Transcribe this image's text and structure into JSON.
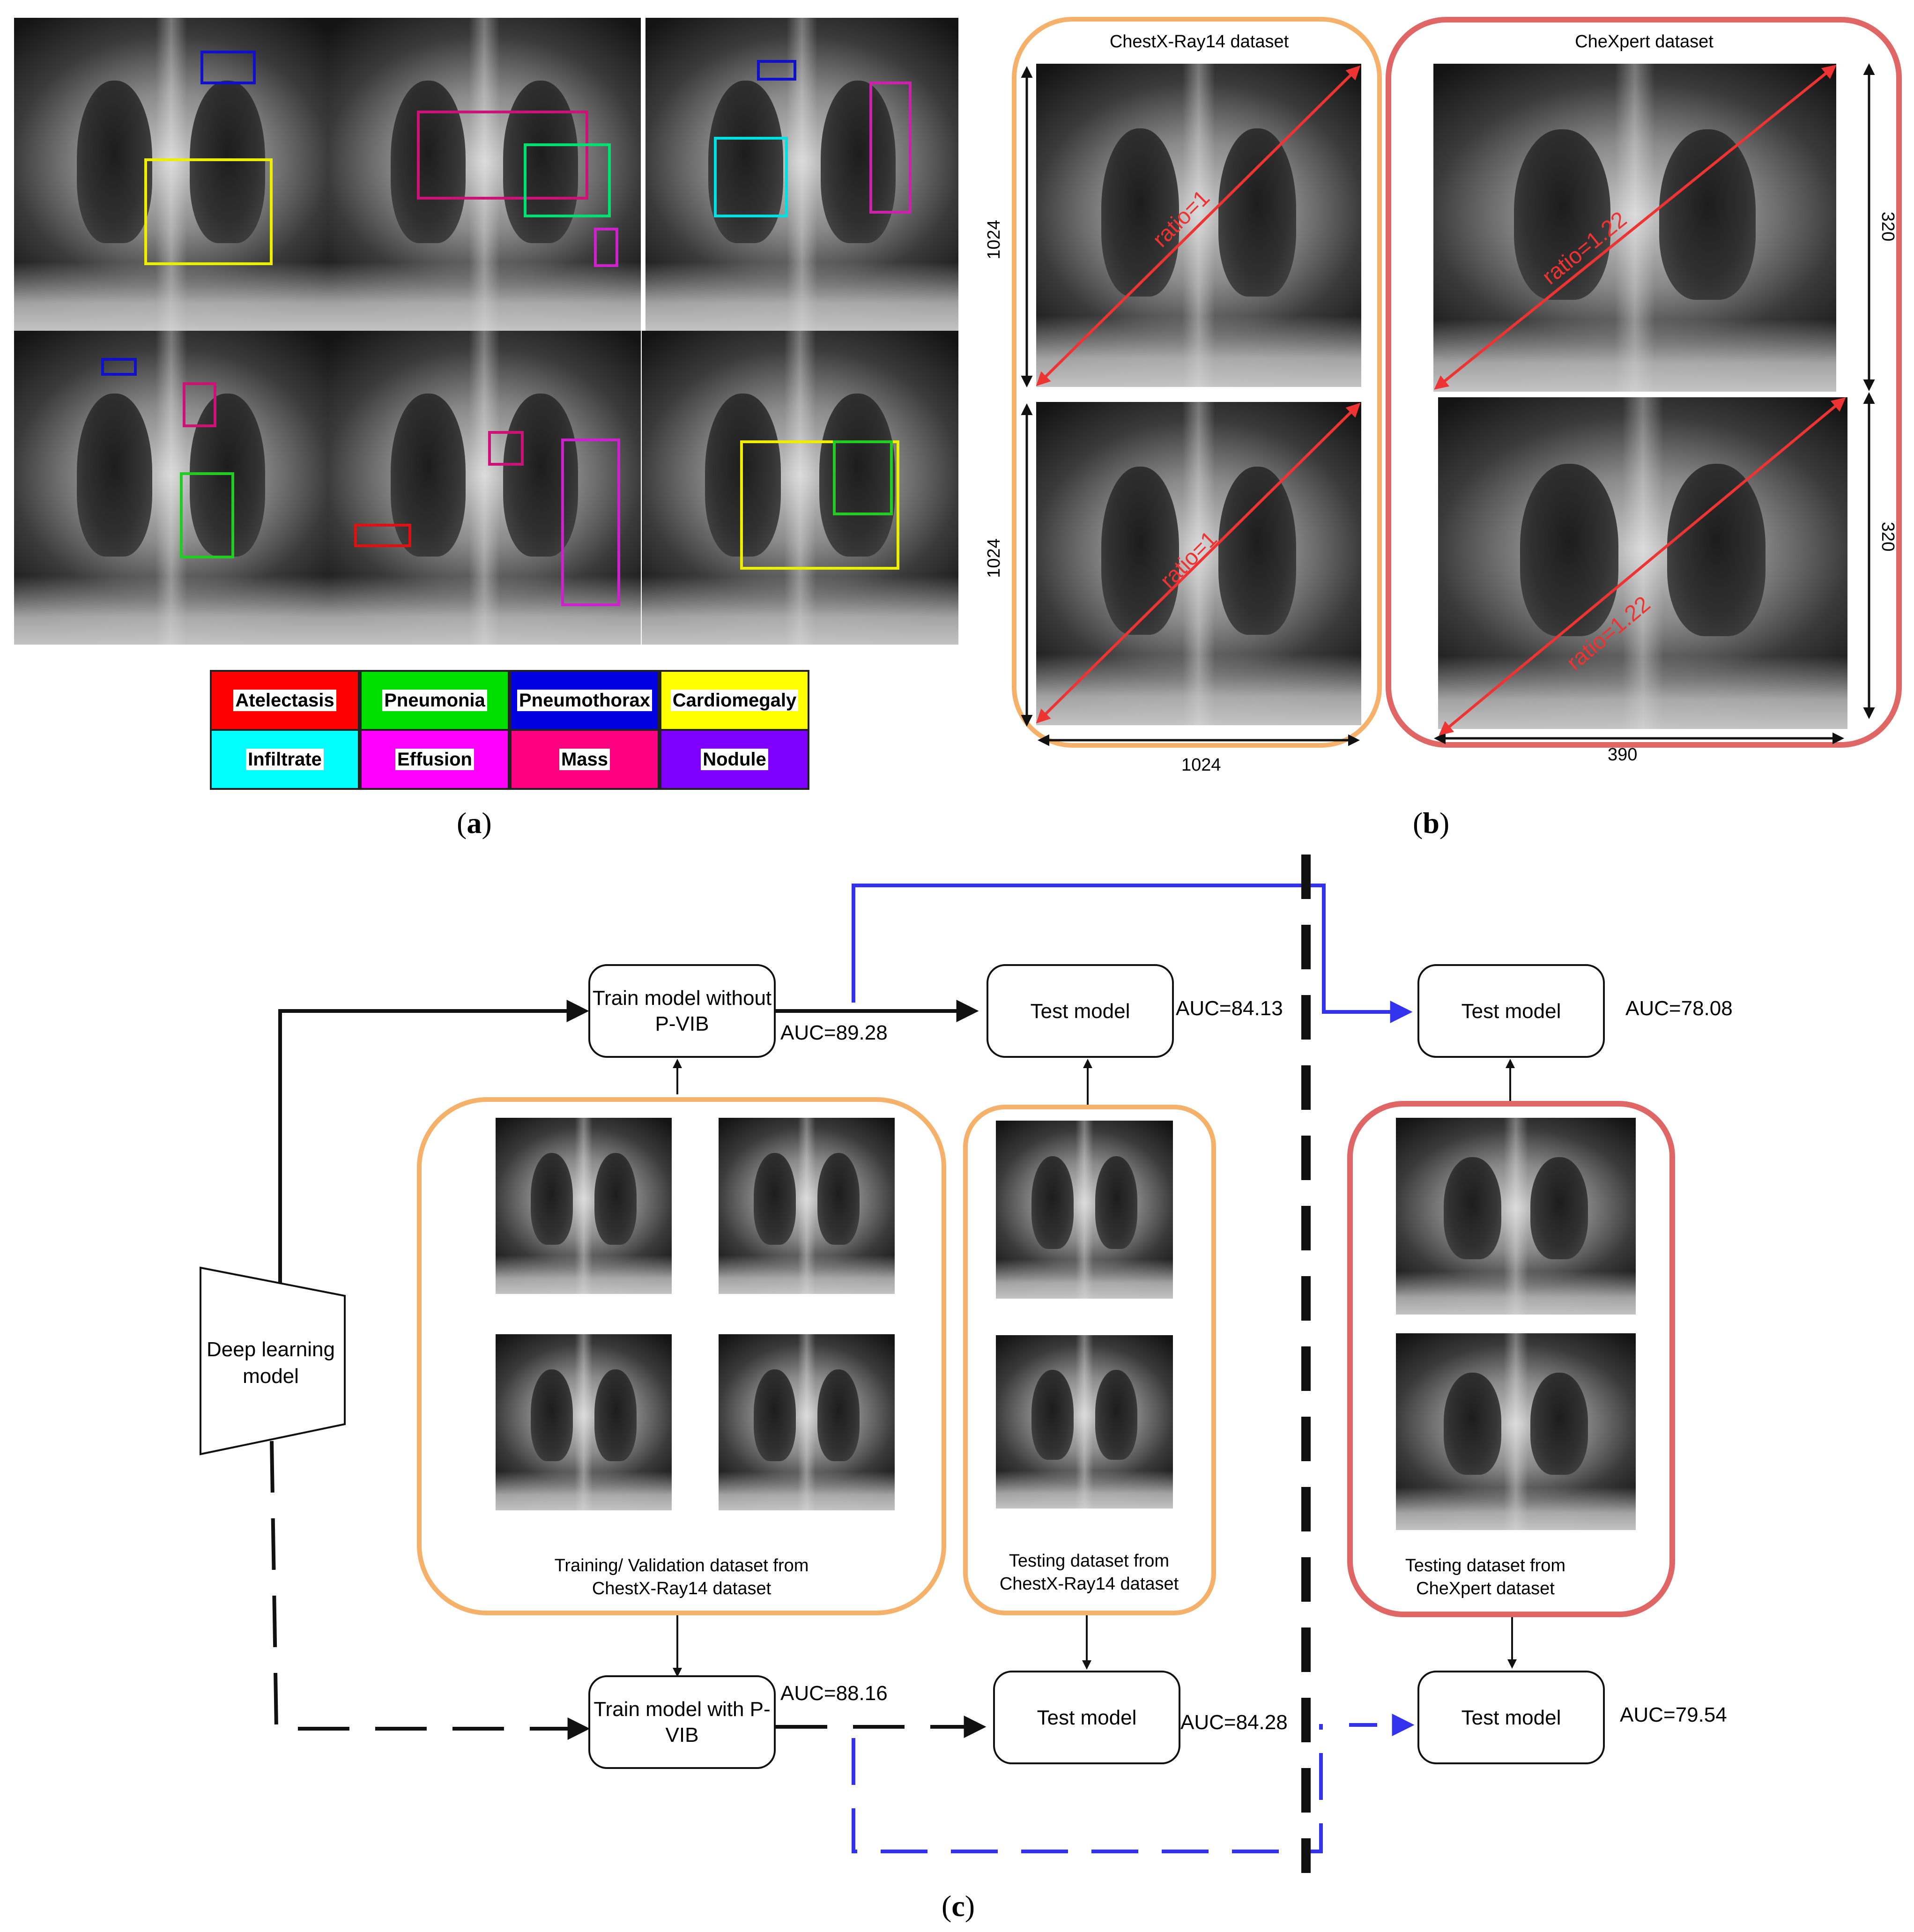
{
  "panel_a": {
    "label": "a",
    "legend": [
      {
        "name": "Atelectasis",
        "color": "#ff0000"
      },
      {
        "name": "Pneumonia",
        "color": "#00e000"
      },
      {
        "name": "Pneumothorax",
        "color": "#0000e0"
      },
      {
        "name": "Cardiomegaly",
        "color": "#ffff00"
      },
      {
        "name": "Infiltrate",
        "color": "#00ffff"
      },
      {
        "name": "Effusion",
        "color": "#ff00ff"
      },
      {
        "name": "Mass",
        "color": "#ff0080"
      },
      {
        "name": "Nodule",
        "color": "#8000ff"
      }
    ]
  },
  "panel_b": {
    "label": "b",
    "chestxray": {
      "title": "ChestX-Ray14 dataset",
      "height_top": "1024",
      "height_bottom": "1024",
      "width": "1024",
      "ratio_top": "ratio=1",
      "ratio_bottom": "ratio=1",
      "frame_color": "#f5b06a"
    },
    "chexpert": {
      "title": "CheXpert dataset",
      "height_top": "320",
      "height_bottom": "320",
      "width": "390",
      "ratio_top": "ratio=1.22",
      "ratio_bottom": "ratio=1.22",
      "frame_color": "#e06666"
    }
  },
  "panel_c": {
    "label": "c",
    "model": "Deep learning model",
    "train_without": "Train model without P-VIB",
    "train_with": "Train model with P-VIB",
    "test_model": "Test model",
    "auc_train_without": "AUC=89.28",
    "auc_test_without": "AUC=84.13",
    "auc_chexpert_without": "AUC=78.08",
    "auc_train_with": "AUC=88.16",
    "auc_test_with": "AUC=84.28",
    "auc_chexpert_with": "AUC=79.54",
    "caption_train": "Training/ Validation dataset from ChestX-Ray14 dataset",
    "caption_test": "Testing dataset from ChestX-Ray14 dataset",
    "caption_chexpert": "Testing dataset from CheXpert dataset",
    "arrow_color_blue": "#3333ee"
  }
}
